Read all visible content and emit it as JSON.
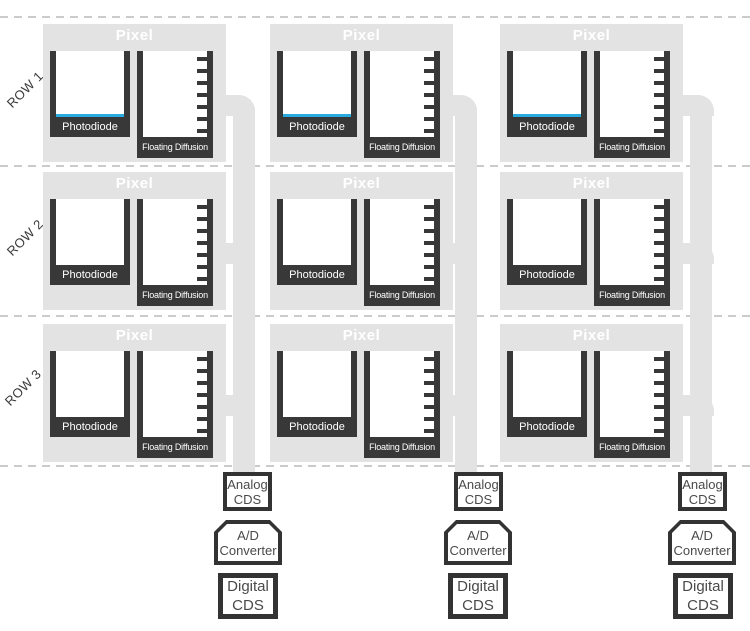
{
  "pixel": {
    "title": "Pixel",
    "photodiode_label": "Photodiode",
    "floating_diffusion_label": "Floating Diffusion"
  },
  "row_labels": [
    "ROW 1",
    "ROW 2",
    "ROW 3"
  ],
  "readout": {
    "analog_cds": [
      "Analog",
      "CDS"
    ],
    "ad_converter": [
      "A/D",
      "Converter"
    ],
    "digital_cds": [
      "Digital",
      "CDS"
    ]
  },
  "colors": {
    "charge_blue": "#29abe2",
    "vessel_dark": "#383838",
    "panel_gray": "#e3e3e3",
    "dashed_line_gray": "#cbcbcb",
    "readout_border_dark": "#333333",
    "readout_text_gray": "#4a4a4a"
  }
}
